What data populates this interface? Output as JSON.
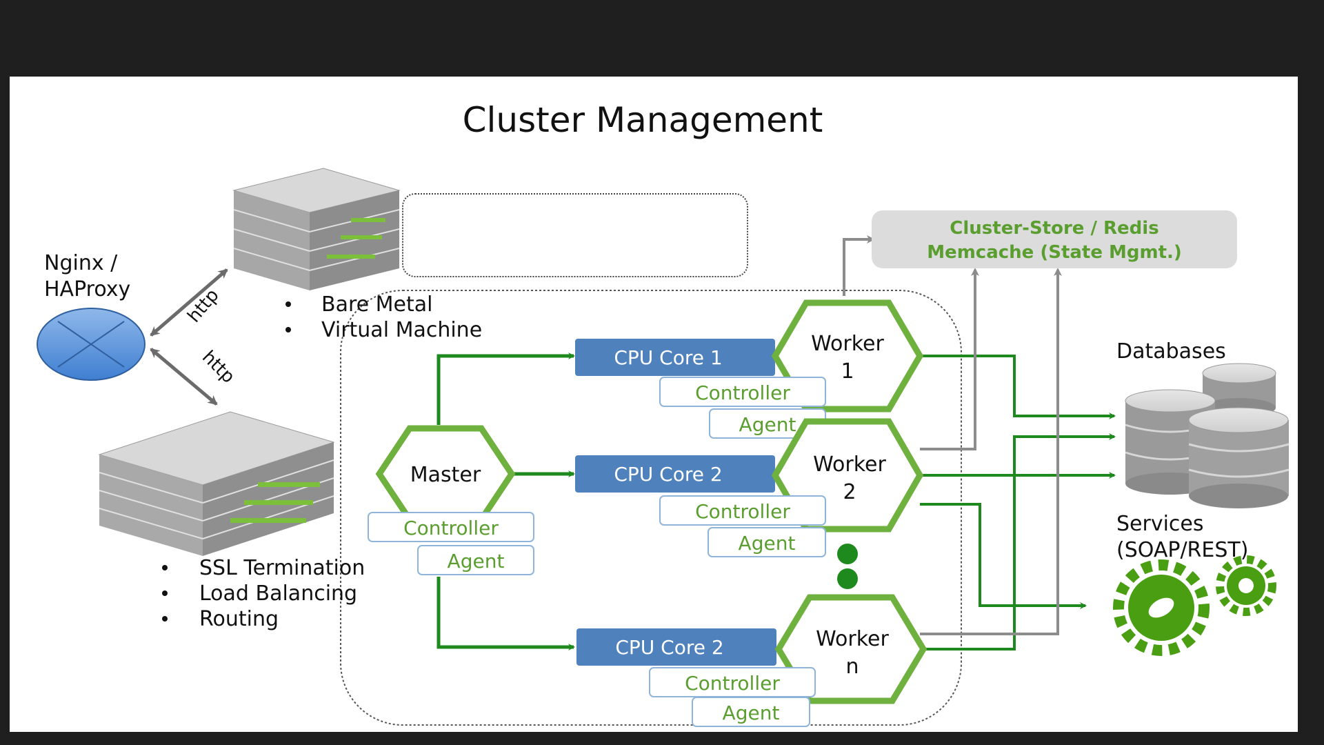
{
  "title": "Cluster Management",
  "load_balancer": {
    "label_line1": "Nginx /",
    "label_line2": "HAProxy",
    "link_top_label": "http",
    "link_bottom_label": "http"
  },
  "server_types": [
    "Bare Metal",
    "Virtual Machine"
  ],
  "lb_features": [
    "SSL Termination",
    "Load Balancing",
    "Routing"
  ],
  "master": {
    "label": "Master",
    "controller_label": "Controller",
    "agent_label": "Agent"
  },
  "workers": [
    {
      "cpu_label": "CPU Core 1",
      "name_line1": "Worker",
      "name_line2": "1",
      "controller_label": "Controller",
      "agent_label": "Agent"
    },
    {
      "cpu_label": "CPU Core 2",
      "name_line1": "Worker",
      "name_line2": "2",
      "controller_label": "Controller",
      "agent_label": "Agent"
    },
    {
      "cpu_label": "CPU Core 2",
      "name_line1": "Worker",
      "name_line2": "n",
      "controller_label": "Controller",
      "agent_label": "Agent"
    }
  ],
  "state_store": {
    "line1": "Cluster-Store / Redis",
    "line2": "Memcache (State Mgmt.)"
  },
  "databases_label": "Databases",
  "services": {
    "line1": "Services",
    "line2": "(SOAP/REST)"
  },
  "colors": {
    "page_background": "#1f1f1f",
    "slide_background": "#ffffff",
    "accent_green": "#6fb13f",
    "flow_green": "#1e8a1e",
    "cpu_blue": "#4f81bd",
    "state_store_text": "#5a9e2f",
    "server_gray": "#9a9a9a",
    "arrow_gray": "#8c8c8c"
  }
}
